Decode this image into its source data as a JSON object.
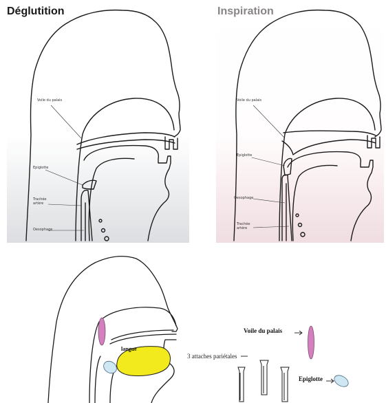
{
  "panels": {
    "deglutition": {
      "title": "Déglutition",
      "labels": {
        "voile": "Voile du palais",
        "epiglotte": "Epiglotte",
        "trachee": "Trachée artère",
        "oesophage": "Oesophage"
      }
    },
    "inspiration": {
      "title": "Inspiration",
      "labels": {
        "voile": "Voile du palais",
        "epiglotte": "Epiglotte",
        "oesophage": "Oesophage",
        "trachee": "Trachée artère"
      }
    },
    "schema": {
      "labels": {
        "langue": "langue",
        "voile": "Voile du palais",
        "attaches": "3 attaches pariétales",
        "epiglotte": "Epiglotte"
      },
      "colors": {
        "langue": "#f2ea1c",
        "voile": "#d47fbe",
        "epiglotte": "#cfe6f3"
      }
    }
  }
}
